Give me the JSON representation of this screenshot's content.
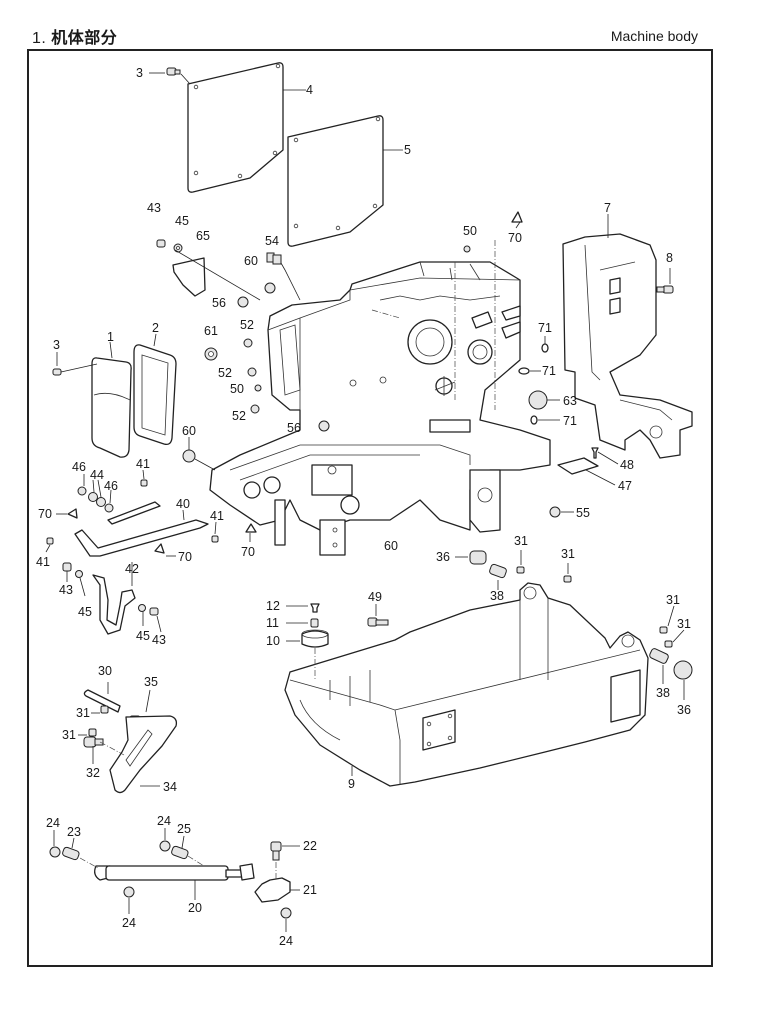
{
  "header": {
    "section_number": "1.",
    "title_cn": "机体部分",
    "title_en": "Machine body"
  },
  "diagram": {
    "description": "Exploded parts diagram of sewing machine body",
    "callouts": [
      {
        "id": "c-3a",
        "label": "3"
      },
      {
        "id": "c-4",
        "label": "4"
      },
      {
        "id": "c-5",
        "label": "5"
      },
      {
        "id": "c-43a",
        "label": "43"
      },
      {
        "id": "c-45a",
        "label": "45"
      },
      {
        "id": "c-65",
        "label": "65"
      },
      {
        "id": "c-54",
        "label": "54"
      },
      {
        "id": "c-60a",
        "label": "60"
      },
      {
        "id": "c-50a",
        "label": "50"
      },
      {
        "id": "c-70a",
        "label": "70"
      },
      {
        "id": "c-7",
        "label": "7"
      },
      {
        "id": "c-8",
        "label": "8"
      },
      {
        "id": "c-56a",
        "label": "56"
      },
      {
        "id": "c-61",
        "label": "61"
      },
      {
        "id": "c-52a",
        "label": "52"
      },
      {
        "id": "c-52b",
        "label": "52"
      },
      {
        "id": "c-50b",
        "label": "50"
      },
      {
        "id": "c-52c",
        "label": "52"
      },
      {
        "id": "c-56b",
        "label": "56"
      },
      {
        "id": "c-71a",
        "label": "71"
      },
      {
        "id": "c-71b",
        "label": "71"
      },
      {
        "id": "c-63",
        "label": "63"
      },
      {
        "id": "c-71c",
        "label": "71"
      },
      {
        "id": "c-3b",
        "label": "3"
      },
      {
        "id": "c-1",
        "label": "1"
      },
      {
        "id": "c-2",
        "label": "2"
      },
      {
        "id": "c-60b",
        "label": "60"
      },
      {
        "id": "c-48",
        "label": "48"
      },
      {
        "id": "c-47",
        "label": "47"
      },
      {
        "id": "c-46a",
        "label": "46"
      },
      {
        "id": "c-44",
        "label": "44"
      },
      {
        "id": "c-46b",
        "label": "46"
      },
      {
        "id": "c-41a",
        "label": "41"
      },
      {
        "id": "c-40",
        "label": "40"
      },
      {
        "id": "c-70b",
        "label": "70"
      },
      {
        "id": "c-41b",
        "label": "41"
      },
      {
        "id": "c-70c",
        "label": "70"
      },
      {
        "id": "c-70d",
        "label": "70"
      },
      {
        "id": "c-41c",
        "label": "41"
      },
      {
        "id": "c-55",
        "label": "55"
      },
      {
        "id": "c-60c",
        "label": "60"
      },
      {
        "id": "c-36a",
        "label": "36"
      },
      {
        "id": "c-31a",
        "label": "31"
      },
      {
        "id": "c-31b",
        "label": "31"
      },
      {
        "id": "c-38a",
        "label": "38"
      },
      {
        "id": "c-43b",
        "label": "43"
      },
      {
        "id": "c-42",
        "label": "42"
      },
      {
        "id": "c-45b",
        "label": "45"
      },
      {
        "id": "c-45c",
        "label": "45"
      },
      {
        "id": "c-43c",
        "label": "43"
      },
      {
        "id": "c-12",
        "label": "12"
      },
      {
        "id": "c-49",
        "label": "49"
      },
      {
        "id": "c-11",
        "label": "11"
      },
      {
        "id": "c-10",
        "label": "10"
      },
      {
        "id": "c-31c",
        "label": "31"
      },
      {
        "id": "c-31d",
        "label": "31"
      },
      {
        "id": "c-38b",
        "label": "38"
      },
      {
        "id": "c-36b",
        "label": "36"
      },
      {
        "id": "c-30",
        "label": "30"
      },
      {
        "id": "c-35",
        "label": "35"
      },
      {
        "id": "c-31e",
        "label": "31"
      },
      {
        "id": "c-31f",
        "label": "31"
      },
      {
        "id": "c-32",
        "label": "32"
      },
      {
        "id": "c-34",
        "label": "34"
      },
      {
        "id": "c-9",
        "label": "9"
      },
      {
        "id": "c-24a",
        "label": "24"
      },
      {
        "id": "c-23",
        "label": "23"
      },
      {
        "id": "c-24b",
        "label": "24"
      },
      {
        "id": "c-25",
        "label": "25"
      },
      {
        "id": "c-22",
        "label": "22"
      },
      {
        "id": "c-21",
        "label": "21"
      },
      {
        "id": "c-20",
        "label": "20"
      },
      {
        "id": "c-24c",
        "label": "24"
      },
      {
        "id": "c-24d",
        "label": "24"
      }
    ]
  }
}
